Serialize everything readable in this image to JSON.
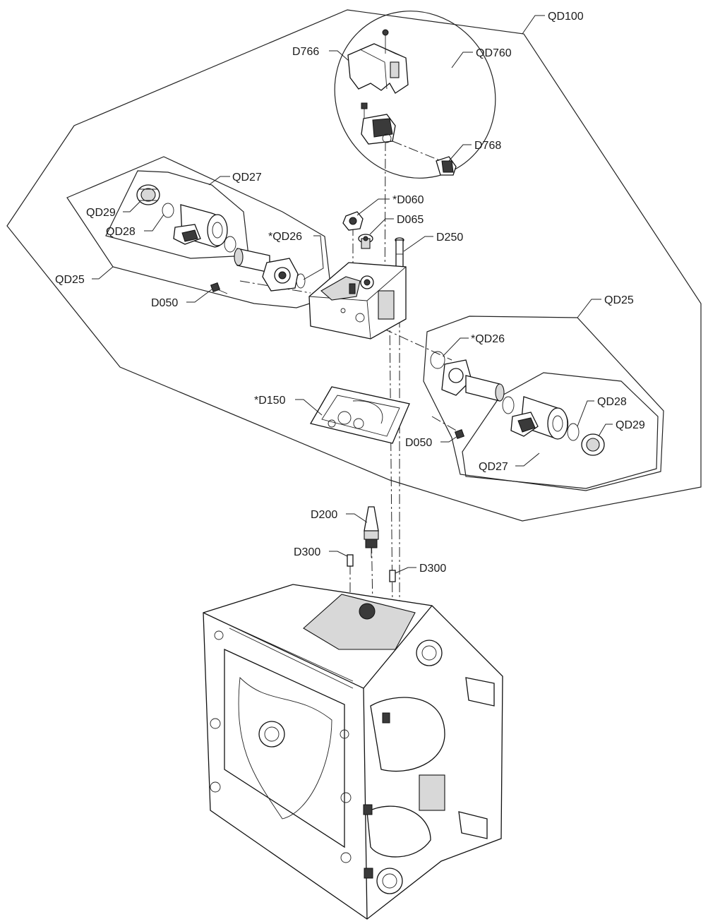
{
  "callouts": {
    "qd100": "QD100",
    "qd760": "QD760",
    "d766": "D766",
    "d768": "D768",
    "qd27_left": "QD27",
    "d060": "*D060",
    "qd29_left": "QD29",
    "d065": "D065",
    "qd28_left": "QD28",
    "d250": "D250",
    "qd26_left": "*QD26",
    "qd25_left": "QD25",
    "d050_left": "D050",
    "qd25_right": "QD25",
    "qd26_right": "*QD26",
    "d150": "*D150",
    "qd28_right": "QD28",
    "qd29_right": "QD29",
    "d050_right": "D050",
    "qd27_right": "QD27",
    "d200": "D200",
    "d300_left": "D300",
    "d300_right": "D300"
  }
}
